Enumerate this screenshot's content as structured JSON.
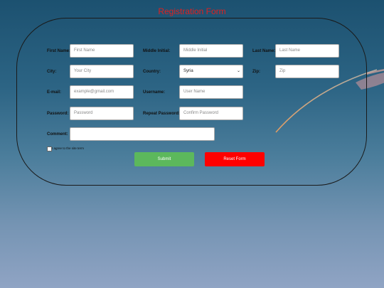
{
  "title": "Registration Form",
  "fields": {
    "first_name": {
      "label": "First Name:",
      "placeholder": "First Name"
    },
    "middle_initial": {
      "label": "Middle Initial:",
      "placeholder": "Middle Initial"
    },
    "last_name": {
      "label": "Last Name:",
      "placeholder": "Last Name"
    },
    "city": {
      "label": "City:",
      "placeholder": "Your City"
    },
    "country": {
      "label": "Country:",
      "value": "Syria"
    },
    "zip": {
      "label": "Zip:",
      "placeholder": "Zip"
    },
    "email": {
      "label": "E-mail:",
      "placeholder": "example@gmail.com"
    },
    "username": {
      "label": "Username:",
      "placeholder": "User Name"
    },
    "password": {
      "label": "Password:",
      "placeholder": "Password"
    },
    "repeat_password": {
      "label": "Repeat Password:",
      "placeholder": "Confirm Password"
    },
    "comment": {
      "label": "Comment:",
      "placeholder": ""
    }
  },
  "agree_label": "I agree to the site term",
  "buttons": {
    "submit": "Submit",
    "reset": "Reset Form"
  },
  "colors": {
    "title": "#e02020",
    "submit": "#5cb85c",
    "reset": "#ff0000"
  }
}
